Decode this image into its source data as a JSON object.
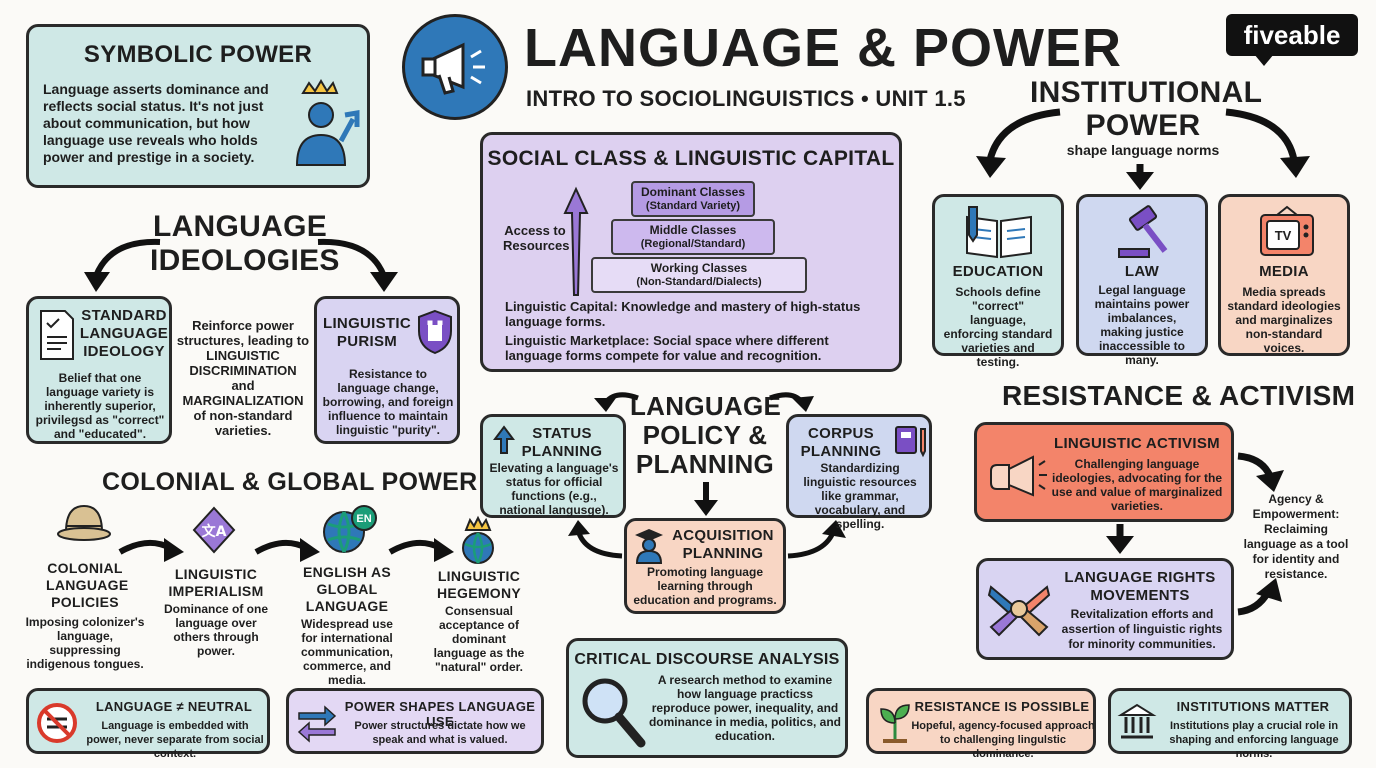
{
  "header": {
    "title": "LANGUAGE & POWER",
    "subtitle": "INTRO TO SOCIOLINGUISTICS • UNIT 1.5",
    "logo": "fiveable",
    "icon": "megaphone-icon"
  },
  "symbolic_power": {
    "title": "SYMBOLIC POWER",
    "text": "Language asserts dominance and reflects social status. It's not just about communication, but how language use reveals who holds power and prestige in a society."
  },
  "ideologies": {
    "title_line1": "LANGUAGE",
    "title_line2": "IDEOLOGIES",
    "center_text": "Reinforce power structures, leading to LINGUISTIC DISCRIMINATION and MARGINALIZATION of non-standard varieties.",
    "standard": {
      "title": "STANDARD LANGUAGE IDEOLOGY",
      "text": "Belief that one language variety is inherently superior, privilegsd as \"correct\" and \"educated\"."
    },
    "purism": {
      "title": "LINGUISTIC PURISM",
      "text": "Resistance to language change, borrowing, and foreign influence to maintain linguistic \"purity\"."
    }
  },
  "colonial": {
    "title": "COLONIAL & GLOBAL POWER",
    "items": [
      {
        "title": "COLONIAL LANGUAGE POLICIES",
        "text": "Imposing colonizer's language, suppressing indigenous tongues."
      },
      {
        "title": "LINGUISTIC IMPERIALISM",
        "text": "Dominance of one language over others through power."
      },
      {
        "title": "ENGLISH AS GLOBAL LANGUAGE",
        "text": "Widespread use for international communication, commerce, and media.",
        "badge": "EN"
      },
      {
        "title": "LINGUISTIC HEGEMONY",
        "text": "Consensual acceptance of dominant language as the \"natural\" order."
      }
    ]
  },
  "social_class": {
    "title": "SOCIAL CLASS & LINGUISTIC CAPITAL",
    "axis_label": "Access to Resources",
    "tiers": [
      {
        "name": "Dominant Classes",
        "sub": "(Standard Variety)"
      },
      {
        "name": "Middle Classes",
        "sub": "(Regional/Standard)"
      },
      {
        "name": "Working Classes",
        "sub": "(Non-Standard/Dialects)"
      }
    ],
    "capital": "Linguistic Capital: Knowledge and mastery of high-status language forms.",
    "marketplace": "Linguistic Marketplace: Social space where different language forms compete for value and recognition."
  },
  "policy": {
    "title_line1": "LANGUAGE",
    "title_line2": "POLICY &",
    "title_line3": "PLANNING",
    "status": {
      "title": "STATUS PLANNING",
      "text": "Elevating a language's status for official functions (e.g., national langusge)."
    },
    "corpus": {
      "title": "CORPUS PLANNING",
      "text": "Standardizing linguistic resources like grammar, vocabulary, and spelling."
    },
    "acquisition": {
      "title": "ACQUISITION PLANNING",
      "text": "Promoting language learning through education and programs."
    }
  },
  "institutional": {
    "title_line1": "INSTITUTIONAL",
    "title_line2": "POWER",
    "subtitle": "shape language norms",
    "items": [
      {
        "title": "EDUCATION",
        "text": "Schools define \"correct\" language, enforcing standard varieties and testing."
      },
      {
        "title": "LAW",
        "text": "Legal language maintains power imbalances, making justice inaccessible to many."
      },
      {
        "title": "MEDIA",
        "text": "Media spreads standard ideologies and marginalizes non-standard voices.",
        "tv": "TV"
      }
    ]
  },
  "resistance": {
    "title": "RESISTANCE & ACTIVISM",
    "activism": {
      "title": "LINGUISTIC ACTIVISM",
      "text": "Challenging language ideologies, advocating for the use and value of marginalized varieties."
    },
    "rights": {
      "title": "LANGUAGE RIGHTS MOVEMENTS",
      "text": "Revitalization efforts and assertion of linguistic rights for minority communities."
    },
    "agency": "Agency & Empowerment: Reclaiming language as a tool for identity and resistance."
  },
  "cda": {
    "title": "CRITICAL DISCOURSE ANALYSIS",
    "text": "A research method to examine how language practicss reproduce power, inequality, and dominance in media, politics, and education."
  },
  "footer": [
    {
      "title": "LANGUAGE ≠ NEUTRAL",
      "text": "Language is embedded with power, never separate from social context."
    },
    {
      "title": "POWER SHAPES LANGUAGE USE",
      "text": "Power structures dictate how we speak and what is valued."
    },
    {
      "title": "RESISTANCE IS POSSIBLE",
      "text": "Hopeful, agency-focused approach to challenging lingulstic dominance."
    },
    {
      "title": "INSTITUTIONS MATTER",
      "text": "Institutions play a crucial role in shaping and enforcing language norms."
    }
  ]
}
